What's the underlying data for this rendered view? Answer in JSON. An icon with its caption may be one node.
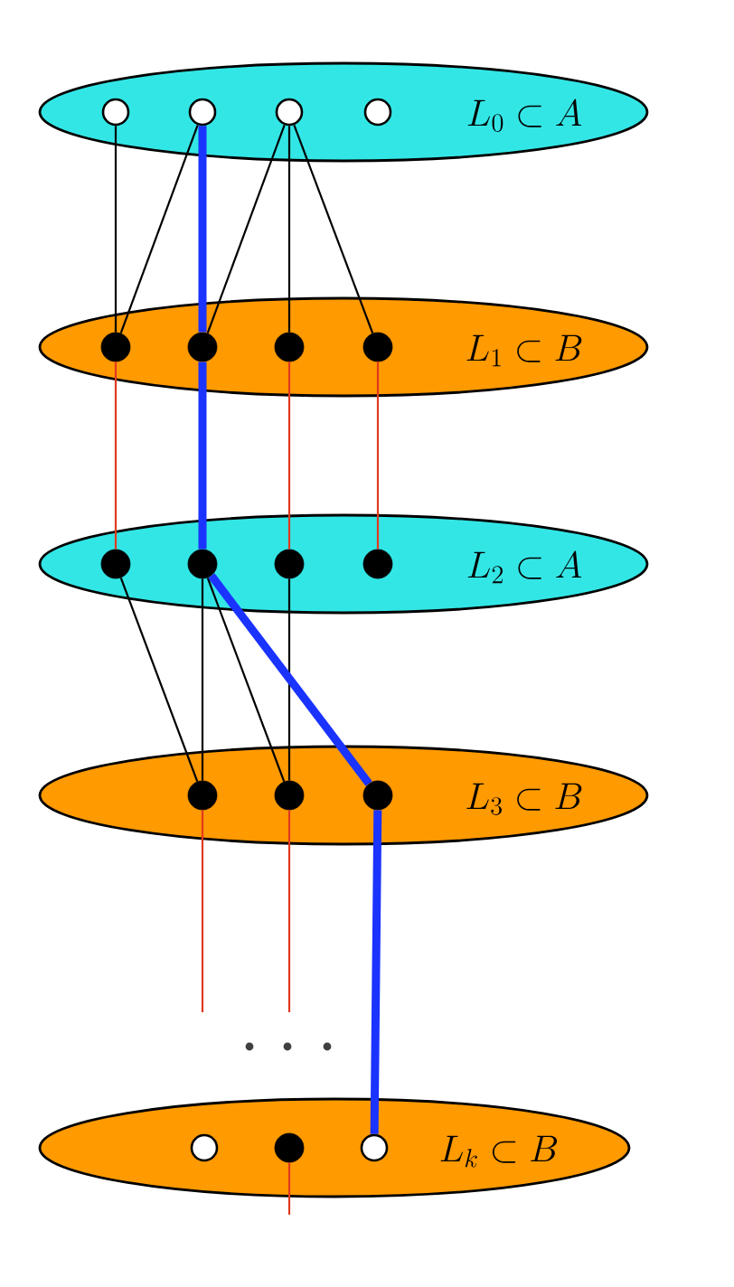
{
  "diagram": {
    "nodes": [
      {
        "text": [
          "L_0 \\subset A"
        ]
      },
      {
        "text": [],
        "shape": "circle",
        "in": 0
      },
      {
        "text": [],
        "shape": "circle",
        "in": 0
      },
      {
        "text": [],
        "shape": "circle",
        "in": 0
      },
      {
        "text": [],
        "shape": "circle",
        "in": 0
      },
      {
        "text": [
          "L_1 \\subset B"
        ]
      },
      {
        "text": [],
        "shape": "dot",
        "in": 5
      },
      {
        "text": [],
        "shape": "dot",
        "in": 5
      },
      {
        "text": [],
        "shape": "dot",
        "in": 5
      },
      {
        "text": [],
        "shape": "dot",
        "in": 5
      },
      {
        "text": [
          "L_2 \\subset A"
        ]
      },
      {
        "text": [],
        "shape": "dot",
        "in": 10
      },
      {
        "text": [],
        "shape": "dot",
        "in": 10
      },
      {
        "text": [],
        "shape": "dot",
        "in": 10
      },
      {
        "text": [],
        "shape": "dot",
        "in": 10
      },
      {
        "text": [
          "L_3 \\subset B"
        ]
      },
      {
        "text": [],
        "shape": "dot",
        "in": 15
      },
      {
        "text": [],
        "shape": "dot",
        "in": 15
      },
      {
        "text": [],
        "shape": "dot",
        "in": 15
      },
      {
        "text": [
          "L_k \\subset B"
        ]
      },
      {
        "text": [],
        "shape": "circle",
        "in": 19
      },
      {
        "text": [],
        "shape": "dot",
        "in": 19
      },
      {
        "text": [],
        "shape": "circle",
        "in": 19
      }
    ],
    "edges": [
      {
        "from": 1,
        "to": 6,
        "arrow": "none"
      },
      {
        "from": 2,
        "to": 6,
        "arrow": "none"
      },
      {
        "from": 3,
        "to": 7,
        "arrow": "none"
      },
      {
        "from": 3,
        "to": 8,
        "arrow": "none"
      },
      {
        "from": 3,
        "to": 9,
        "arrow": "none"
      },
      {
        "from": 2,
        "to": 7,
        "arrow": "none",
        "style": "thick",
        "color": "#1a33ff"
      },
      {
        "from": 6,
        "to": 11,
        "arrow": "none",
        "color": "#e03a1e"
      },
      {
        "from": 7,
        "to": 12,
        "arrow": "none",
        "style": "thick",
        "color": "#1a33ff"
      },
      {
        "from": 8,
        "to": 13,
        "arrow": "none",
        "color": "#e03a1e"
      },
      {
        "from": 9,
        "to": 14,
        "arrow": "none",
        "color": "#e03a1e"
      },
      {
        "from": 11,
        "to": 16,
        "arrow": "none"
      },
      {
        "from": 12,
        "to": 16,
        "arrow": "none"
      },
      {
        "from": 12,
        "to": 17,
        "arrow": "none"
      },
      {
        "from": 13,
        "to": 17,
        "arrow": "none"
      },
      {
        "from": 12,
        "to": 18,
        "arrow": "none",
        "style": "thick",
        "color": "#1a33ff"
      },
      {
        "from": 16,
        "to": null,
        "arrow": "none",
        "color": "#e03a1e"
      },
      {
        "from": 17,
        "to": null,
        "arrow": "none",
        "color": "#e03a1e"
      },
      {
        "from": 18,
        "to": 22,
        "arrow": "none",
        "style": "thick",
        "color": "#1a33ff"
      },
      {
        "from": 21,
        "to": null,
        "arrow": "none",
        "color": "#e03a1e"
      }
    ]
  }
}
